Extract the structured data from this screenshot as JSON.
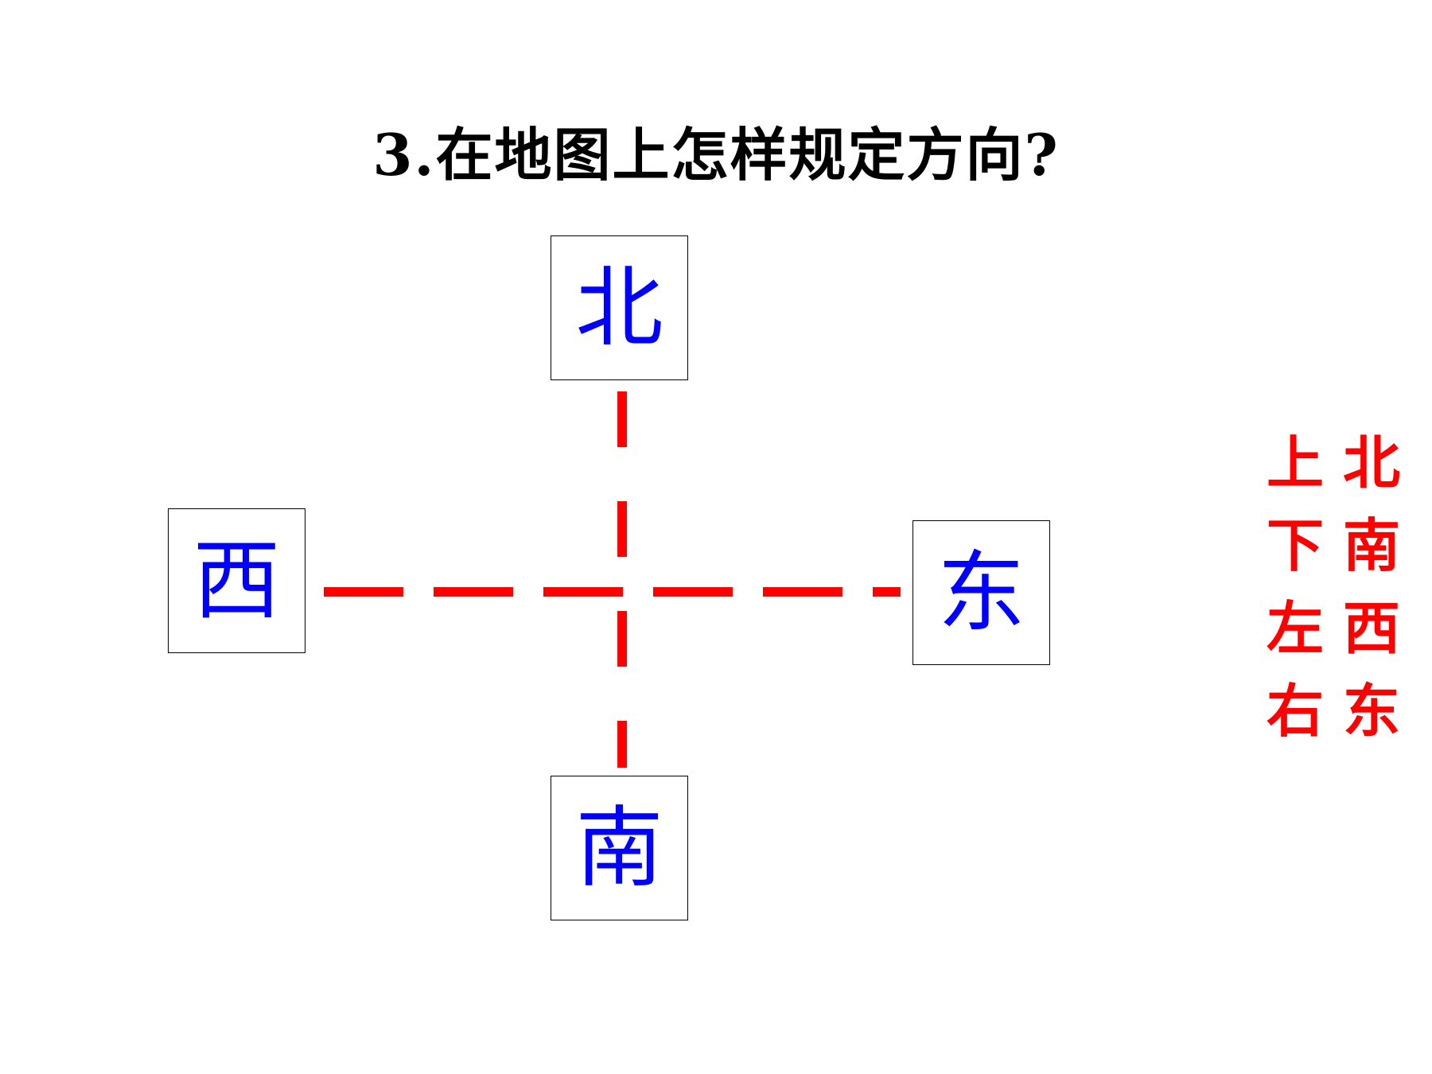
{
  "title": "3.在地图上怎样规定方向?",
  "directions": {
    "north": "北",
    "south": "南",
    "west": "西",
    "east": "东"
  },
  "mnemonic": [
    {
      "position": "上",
      "direction": "北"
    },
    {
      "position": "下",
      "direction": "南"
    },
    {
      "position": "左",
      "direction": "西"
    },
    {
      "position": "右",
      "direction": "东"
    }
  ],
  "colors": {
    "title": "#000000",
    "direction_text": "#0000ff",
    "dashes": "#ff0000",
    "mnemonic_text": "#ff0000",
    "box_border": "#000000"
  }
}
